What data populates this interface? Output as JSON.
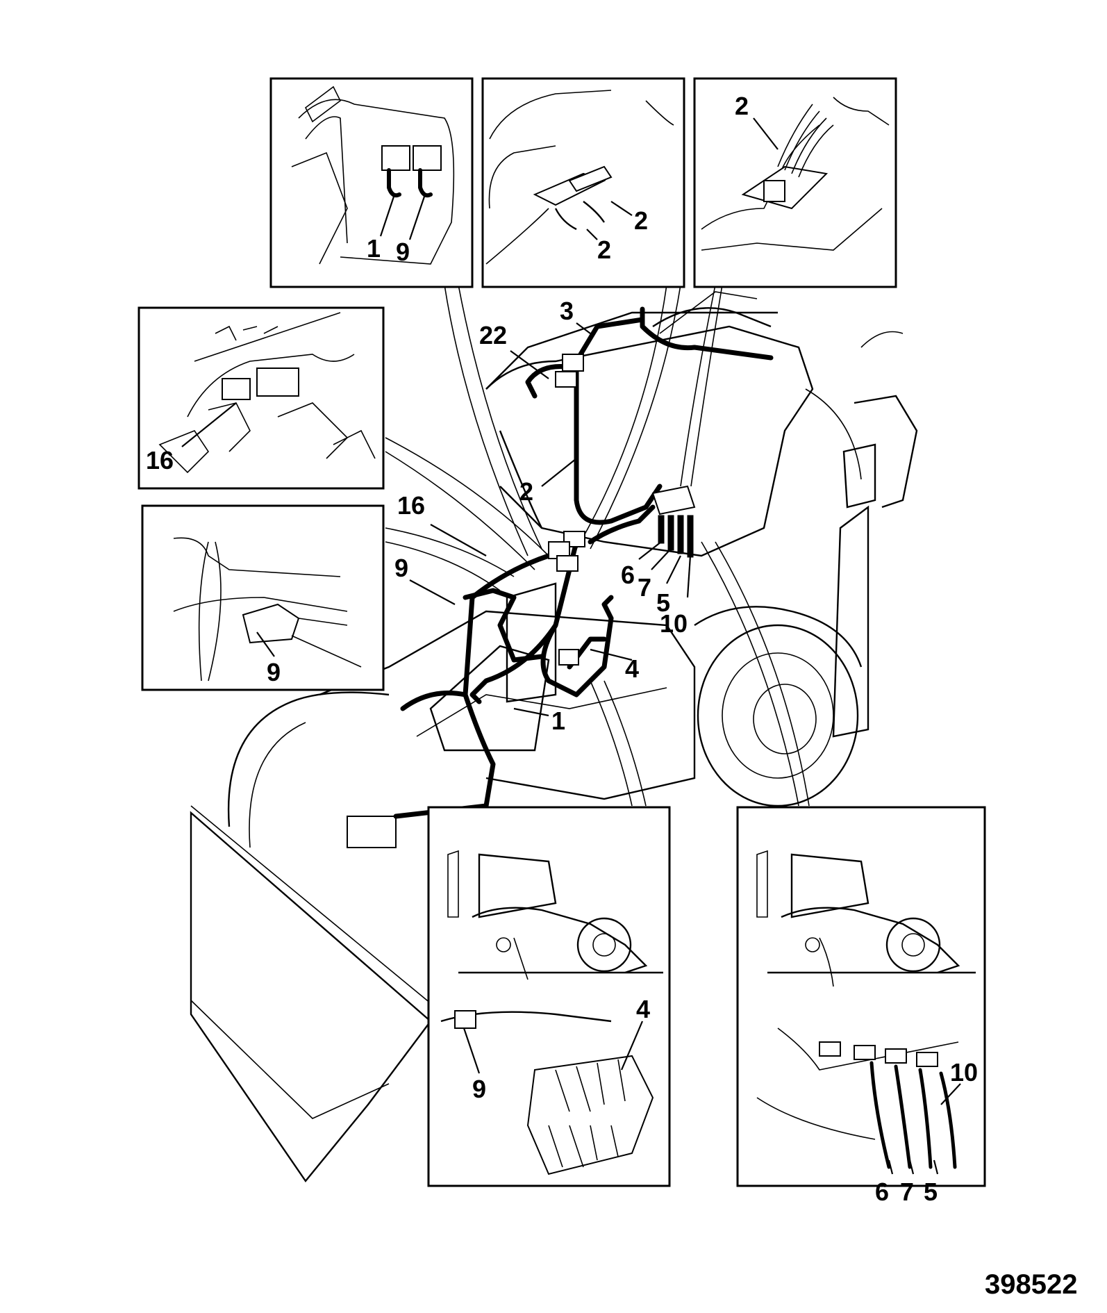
{
  "callouts": {
    "inset_top_left": {
      "a": "1",
      "b": "9"
    },
    "inset_top_mid": {
      "a": "2",
      "b": "2"
    },
    "inset_top_right": {
      "a": "2"
    },
    "inset_mid_left_top": {
      "a": "16"
    },
    "inset_mid_left_bottom": {
      "a": "9"
    },
    "main": {
      "c22": "22",
      "c3": "3",
      "c2": "2",
      "c16": "16",
      "c9": "9",
      "c6": "6",
      "c7": "7",
      "c5": "5",
      "c10": "10",
      "c4": "4",
      "c1": "1"
    },
    "inset_bottom_mid": {
      "a": "4",
      "b": "9"
    },
    "inset_bottom_right": {
      "a": "10",
      "b": "6",
      "c": "7",
      "d": "5"
    }
  },
  "reference_number": "398522"
}
